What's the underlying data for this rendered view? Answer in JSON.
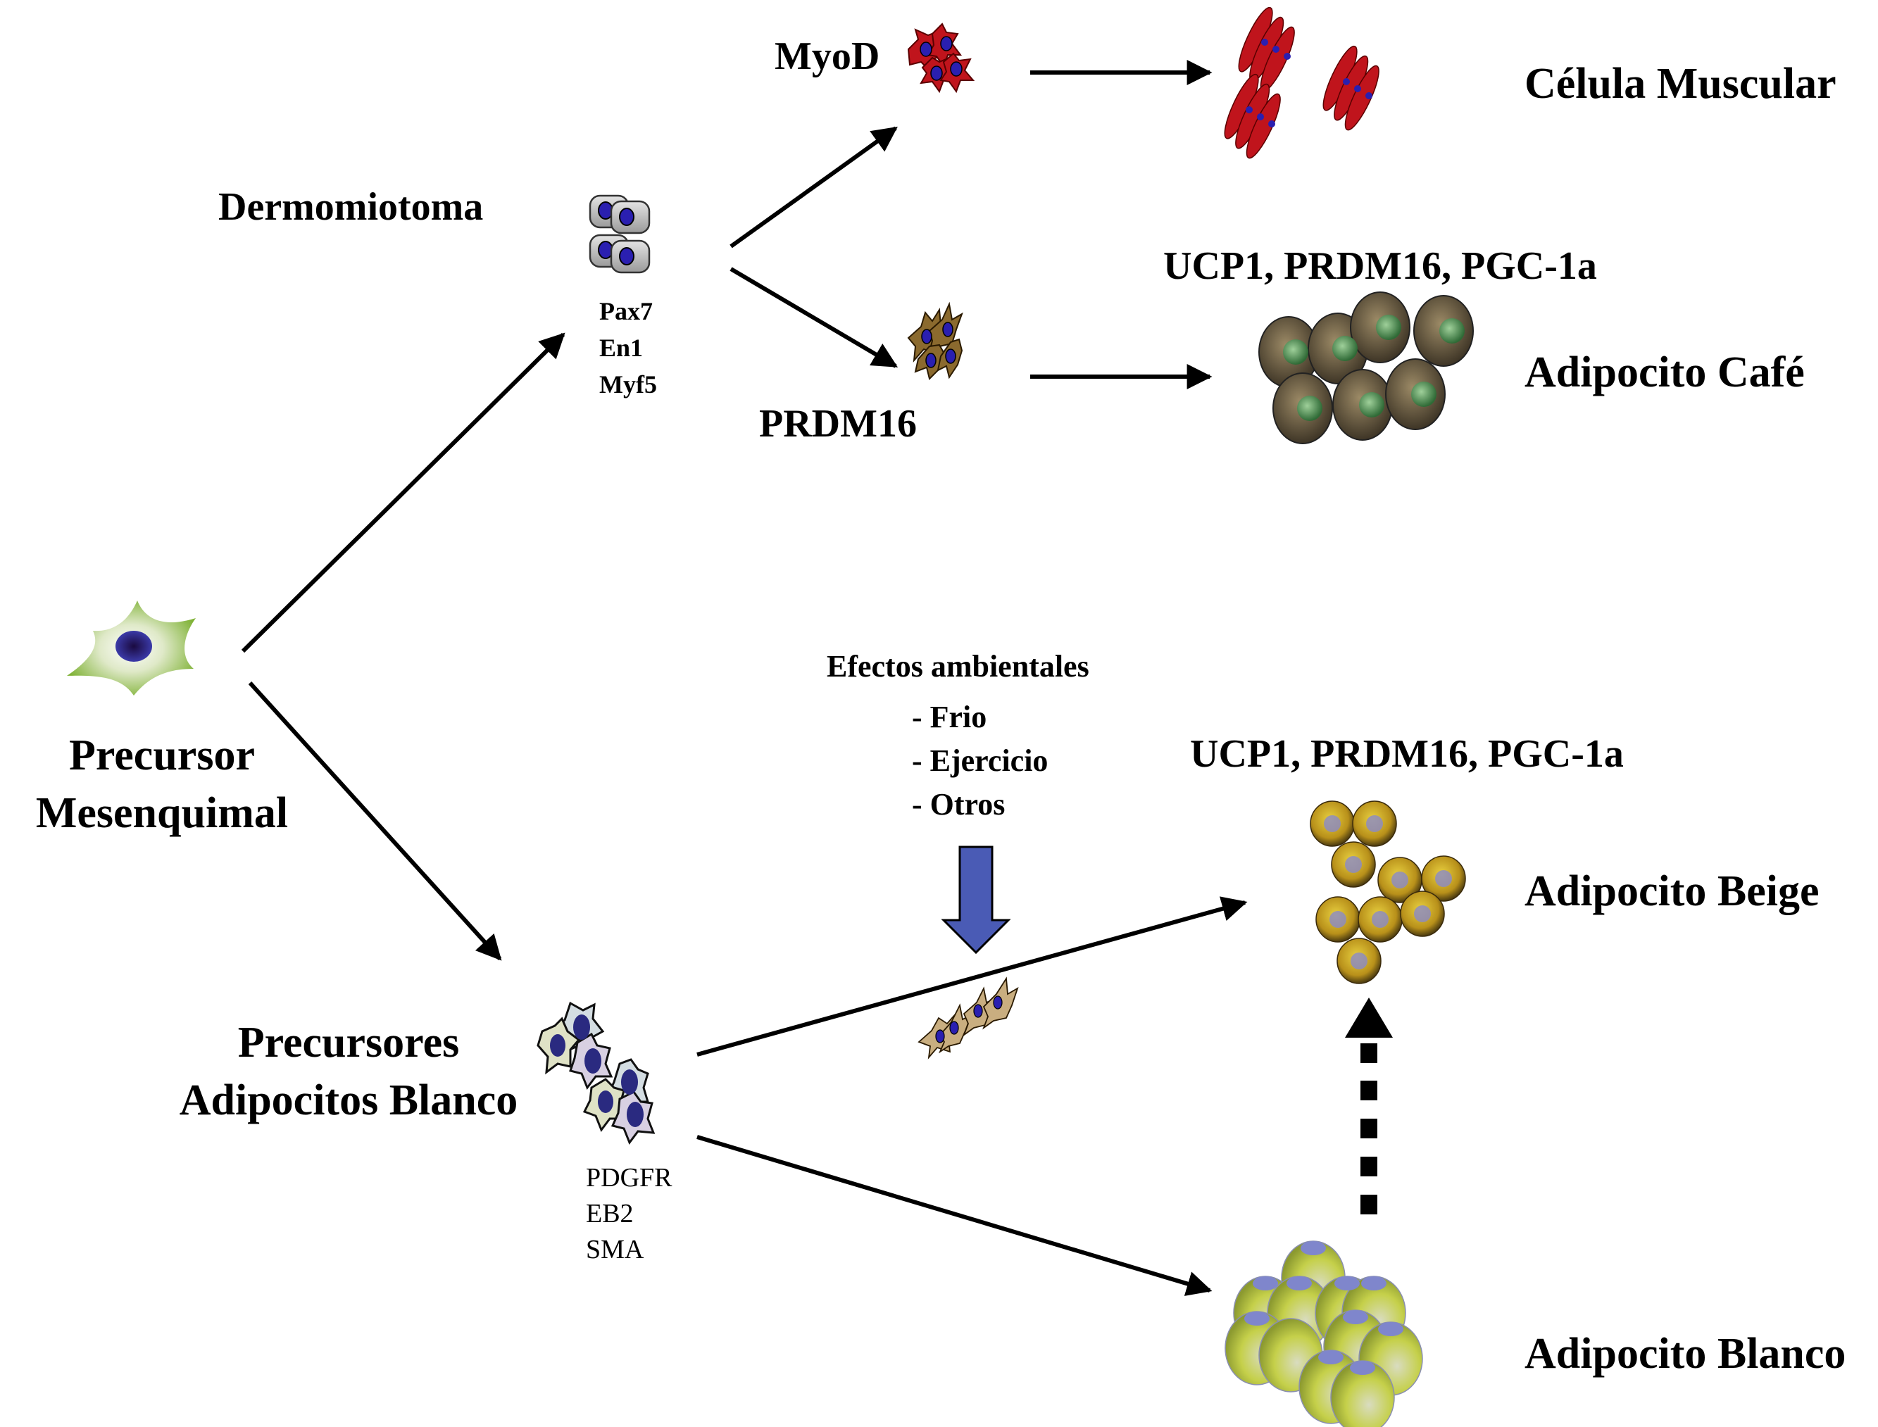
{
  "diagram": {
    "language": "es",
    "nodes": {
      "mesenchymal_precursor": {
        "label_lines": [
          "Precursor",
          "Mesenquimal"
        ]
      },
      "dermomyotome": {
        "label": "Dermomiotoma",
        "markers": [
          "Pax7",
          "En1",
          "Myf5"
        ]
      },
      "myod": {
        "label": "MyoD"
      },
      "prdm16": {
        "label": "PRDM16"
      },
      "muscle_cell": {
        "label": "Célula Muscular"
      },
      "brown_adipocyte": {
        "label": "Adipocito Café",
        "markers": "UCP1, PRDM16, PGC-1a"
      },
      "white_precursors": {
        "label_lines": [
          "Precursores",
          "Adipocitos Blanco"
        ],
        "markers": [
          "PDGFR",
          "EB2",
          "SMA"
        ]
      },
      "beige_adipocyte": {
        "label": "Adipocito Beige",
        "markers": "UCP1, PRDM16, PGC-1a"
      },
      "white_adipocyte": {
        "label": "Adipocito Blanco"
      }
    },
    "environmental_effects": {
      "title": "Efectos ambientales",
      "items": [
        "- Frio",
        "- Ejercicio",
        "- Otros"
      ]
    },
    "edges": [
      {
        "from": "mesenchymal_precursor",
        "to": "dermomyotome",
        "style": "solid"
      },
      {
        "from": "mesenchymal_precursor",
        "to": "white_precursors",
        "style": "solid"
      },
      {
        "from": "dermomyotome",
        "to": "myod",
        "style": "solid"
      },
      {
        "from": "dermomyotome",
        "to": "prdm16",
        "style": "solid"
      },
      {
        "from": "myod",
        "to": "muscle_cell",
        "style": "solid"
      },
      {
        "from": "prdm16",
        "to": "brown_adipocyte",
        "style": "solid"
      },
      {
        "from": "white_precursors",
        "to": "beige_adipocyte",
        "style": "solid"
      },
      {
        "from": "white_precursors",
        "to": "white_adipocyte",
        "style": "solid"
      },
      {
        "from": "white_adipocyte",
        "to": "beige_adipocyte",
        "style": "dashed"
      },
      {
        "from": "environmental_effects",
        "to": "beige_pathway",
        "style": "block-arrow"
      }
    ],
    "colors": {
      "muscle": "#c0141c",
      "brown_precursor": "#8b6a2e",
      "nucleus": "#2a1fb0",
      "mesenchymal": "#7fb236",
      "env_arrow": "#4a5bb5",
      "beige": "#c9a520",
      "brown_fat": "#6b5e45",
      "white_fat": "#c8d35a"
    }
  }
}
